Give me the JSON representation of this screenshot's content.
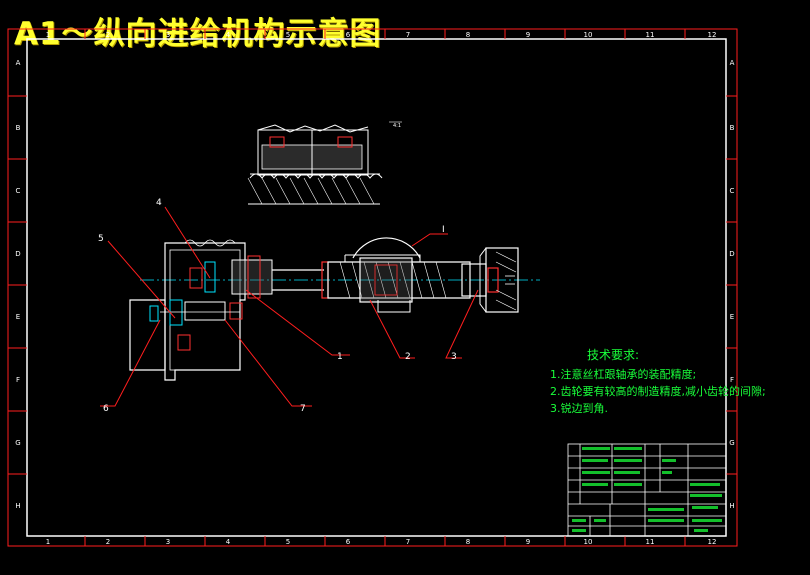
{
  "title": "A1～纵向进给机构示意图",
  "frame": {
    "col_labels": [
      "1",
      "2",
      "3",
      "4",
      "5",
      "6",
      "7",
      "8",
      "9",
      "10",
      "11",
      "12"
    ],
    "row_labels": [
      "A",
      "B",
      "C",
      "D",
      "E",
      "F",
      "G",
      "H"
    ]
  },
  "callouts": {
    "c1": "1",
    "c2": "2",
    "c3": "3",
    "c4": "4",
    "c5": "5",
    "c6": "6",
    "c7": "7",
    "detail": "I"
  },
  "tech_requirements": {
    "heading": "技术要求:",
    "items": [
      "1.注意丝杠跟轴承的装配精度;",
      "2.齿轮要有较高的制造精度,减小齿轮的间隙;",
      "3.锐边到角."
    ]
  },
  "colors": {
    "frame": "#ff1e1e",
    "geometry": "#ffffff",
    "text": "#19ff3a",
    "title": "#ffff2e",
    "centerline": "#00e5ff"
  }
}
